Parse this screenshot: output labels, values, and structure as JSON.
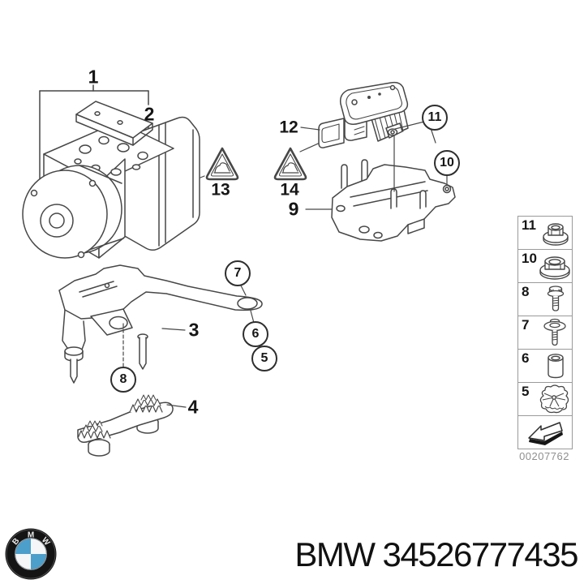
{
  "colors": {
    "line": "#474747",
    "label": "#161616",
    "panel_border": "#9a9a9a",
    "plate_number_text": "#8f8f8f",
    "bmw_blue": "#4d9fcb",
    "footer_text": "#111111"
  },
  "diagram": {
    "callouts": {
      "n1": "1",
      "n2": "2",
      "n3": "3",
      "n4": "4",
      "n5": "5",
      "n6": "6",
      "n7": "7",
      "n8": "8",
      "n9": "9",
      "n10": "10",
      "n11": "11",
      "n12": "12",
      "n13": "13",
      "n14": "14"
    },
    "plate_number": "00207762",
    "panel": {
      "rows": [
        {
          "num": "11",
          "icon": "flange-nut-small-icon"
        },
        {
          "num": "10",
          "icon": "flange-nut-large-icon"
        },
        {
          "num": "8",
          "icon": "hex-flange-bolt-icon"
        },
        {
          "num": "7",
          "icon": "washer-screw-icon"
        },
        {
          "num": "6",
          "icon": "spacer-sleeve-icon"
        },
        {
          "num": "5",
          "icon": "knurled-grommet-icon"
        },
        {
          "num": "",
          "icon": "direction-arrow-icon"
        }
      ]
    }
  },
  "footer": {
    "brand": "BMW",
    "part_number": "34526777435",
    "logo": {
      "letters": [
        "B",
        "M",
        "W"
      ]
    }
  }
}
